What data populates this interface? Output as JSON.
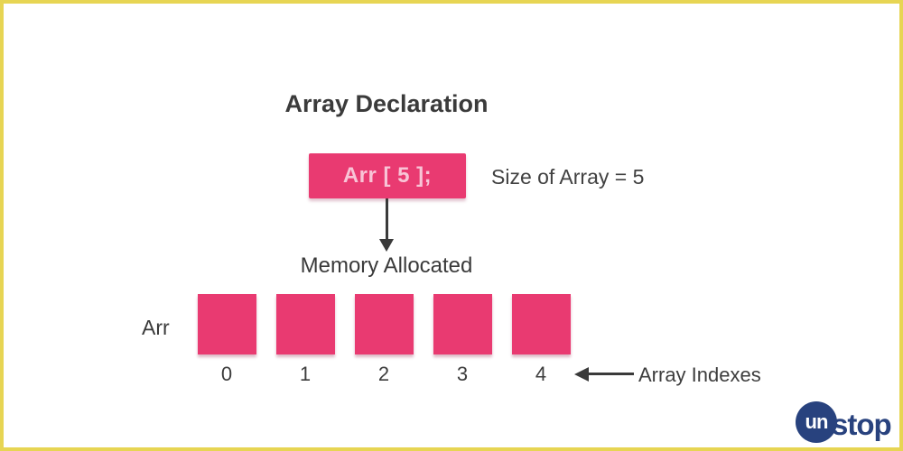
{
  "frame": {
    "background": "#ffffff",
    "border_color": "#e7d553"
  },
  "diagram": {
    "title": "Array Declaration",
    "declaration_box_label": "Arr [ 5 ];",
    "size_label": "Size of Array = 5",
    "memory_label": "Memory Allocated",
    "array_name_label": "Arr",
    "indexes": [
      "0",
      "1",
      "2",
      "3",
      "4"
    ],
    "indexes_label": "Array Indexes",
    "cell_count": 5
  },
  "colors": {
    "accent_pink": "#e93a71",
    "declaration_text_pink": "#f8c4d6",
    "arrow_dark": "#3a3a3a",
    "text_dark": "#3b3b3b",
    "logo_navy": "#28427e"
  },
  "logo": {
    "circle_text": "un",
    "suffix_text": "stop",
    "full_name": "unstop"
  }
}
